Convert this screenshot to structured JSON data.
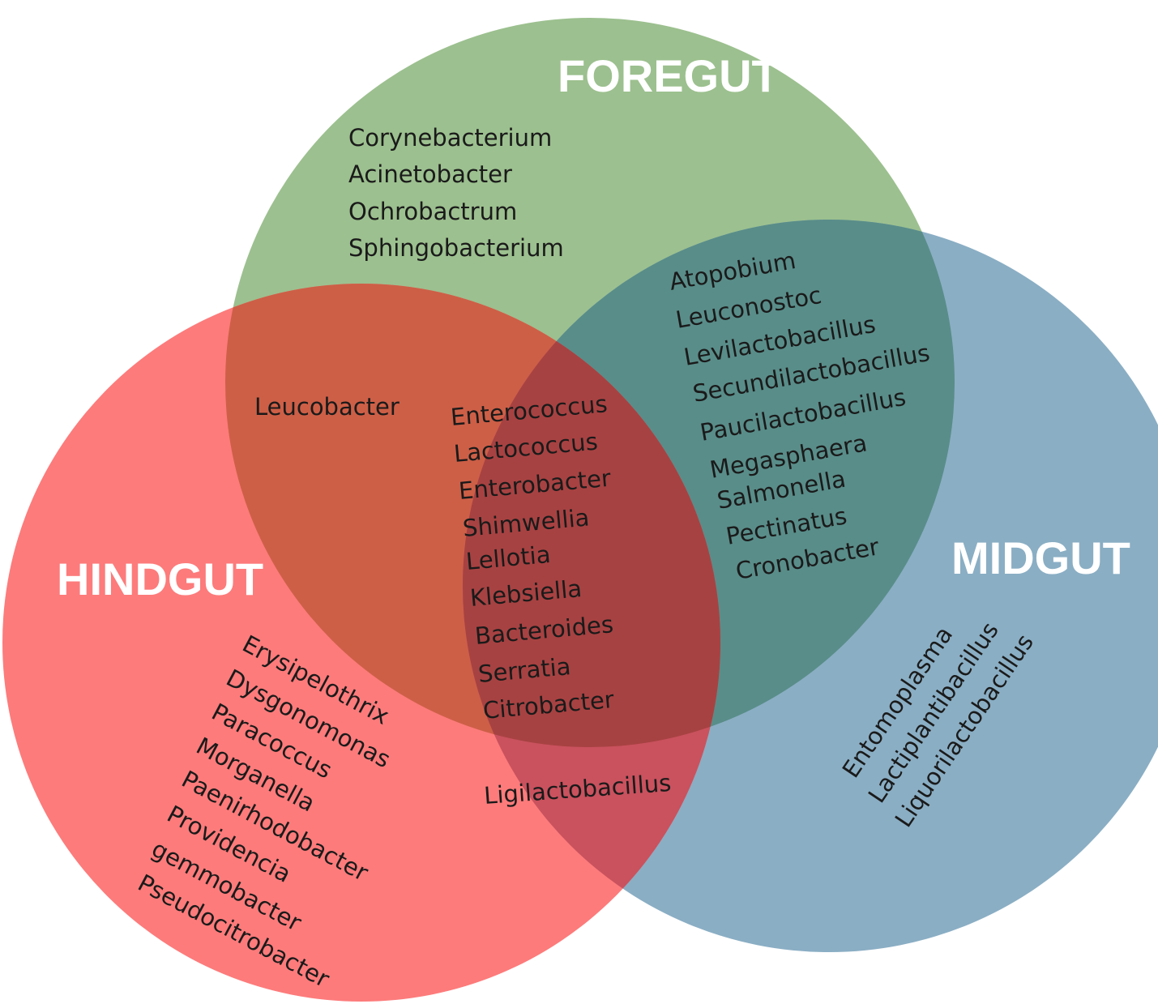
{
  "sets": {
    "foregut": {
      "label": "FOREGUT",
      "color": "#9cc08f"
    },
    "midgut": {
      "label": "MIDGUT",
      "color": "#8aaec4"
    },
    "hindgut": {
      "label": "HINDGUT",
      "color": "#fd7b7b"
    }
  },
  "overlap_colors": {
    "foregut_midgut": "#598d89",
    "foregut_hindgut": "#cd5f47",
    "midgut_hindgut": "#c9525e",
    "all_three": "#a74242"
  },
  "regions": {
    "foregut_only": [
      "Corynebacterium",
      "Acinetobacter",
      "Ochrobactrum",
      "Sphingobacterium"
    ],
    "foregut_midgut": [
      "Atopobium",
      "Leuconostoc",
      "Levilactobacillus",
      "Secundilactobacillus",
      "Paucilactobacillus",
      "Megasphaera",
      "Salmonella",
      "Pectinatus",
      "Cronobacter"
    ],
    "foregut_hindgut": [
      "Leucobacter"
    ],
    "all_three": [
      "Enterococcus",
      "Lactococcus",
      "Enterobacter",
      "Shimwellia",
      "Lellotia",
      "Klebsiella",
      "Bacteroides",
      "Serratia",
      "Citrobacter"
    ],
    "midgut_hindgut": [
      "Ligilactobacillus"
    ],
    "midgut_only": [
      "Entomoplasma",
      "Lactiplantibacillus",
      "Liquorilactobacillus"
    ],
    "hindgut_only": [
      "Erysipelothrix",
      "Dysgonomonas",
      "Paracoccus",
      "Morganella",
      "Paenirhodobacter",
      "Providencia",
      "gemmobacter",
      "Pseudocitrobacter"
    ]
  }
}
